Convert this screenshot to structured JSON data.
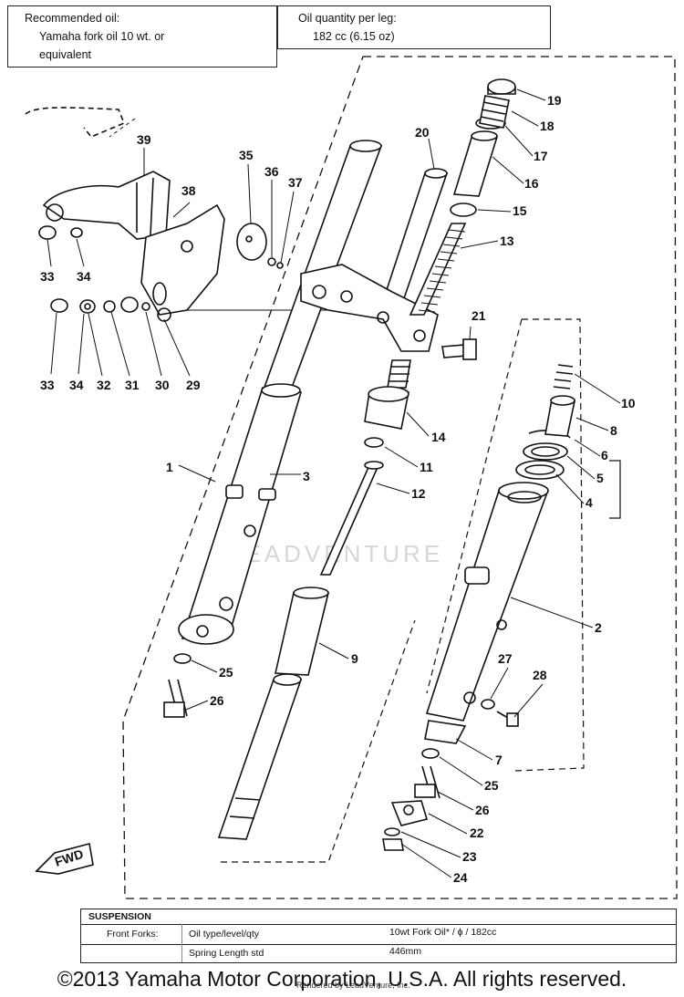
{
  "recommended_oil": {
    "heading": "Recommended oil:",
    "line1": "Yamaha fork oil 10 wt. or",
    "line2": "equivalent"
  },
  "oil_quantity": {
    "heading": "Oil quantity per leg:",
    "value": "182 cc (6.15 oz)"
  },
  "parts": [
    "1",
    "2",
    "3",
    "4",
    "5",
    "6",
    "7",
    "8",
    "9",
    "10",
    "11",
    "12",
    "13",
    "14",
    "15",
    "16",
    "17",
    "18",
    "19",
    "20",
    "21",
    "22",
    "23",
    "24",
    "25",
    "25",
    "26",
    "26",
    "27",
    "28",
    "29",
    "30",
    "31",
    "32",
    "33",
    "33",
    "34",
    "34",
    "35",
    "36",
    "37",
    "38",
    "39"
  ],
  "fwd_label": "FWD",
  "watermark": "LEADVENTURE",
  "spec_table": {
    "title": "SUSPENSION",
    "row1_label": "Front Forks:",
    "row1_item": "Oil type/level/qty",
    "row1_value": "10wt Fork Oil* / ϕ / 182cc",
    "row2_item": "Spring Length  std",
    "row2_value": "446mm"
  },
  "copyright": "©2013 Yamaha Motor Corporation, U.S.A. All rights reserved.",
  "rendered_by": "Rendered by LeadVenture, Inc."
}
